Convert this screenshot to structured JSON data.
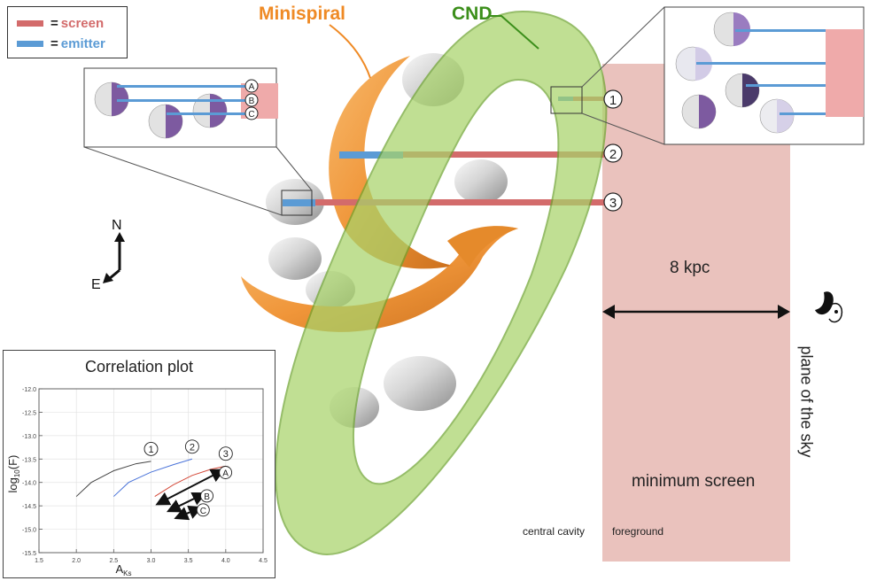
{
  "legend": {
    "items": [
      {
        "eq": "=",
        "label": "screen",
        "color": "#d36b6b"
      },
      {
        "eq": "=",
        "label": "emitter",
        "color": "#5b9bd5"
      }
    ]
  },
  "labels": {
    "minispiral": "Minispiral",
    "cnd": "CND",
    "north": "N",
    "east": "E",
    "distance": "8 kpc",
    "plane_of_sky": "plane of the sky",
    "minimum_screen": "minimum screen",
    "central_cavity": "central cavity",
    "foreground": "foreground"
  },
  "markers": {
    "lines": [
      "1",
      "2",
      "3"
    ],
    "emitters": [
      "A",
      "B",
      "C"
    ]
  },
  "colors": {
    "screen": "#d36b6b",
    "emitter": "#5b9bd5",
    "minispiral_text": "#ef8a25",
    "cnd_text": "#3c8f1b",
    "screen_panel": "#e6b7b1",
    "cnd_fill": "#a8d36a"
  },
  "chart_data": {
    "type": "line",
    "title": "Correlation plot",
    "xlabel": "A_Ks",
    "ylabel": "log10(F)",
    "xlim": [
      1.5,
      4.5
    ],
    "ylim": [
      -15.5,
      -12.0
    ],
    "xticks": [
      "1.5",
      "2.0",
      "2.5",
      "3.0",
      "3.5",
      "4.0",
      "4.5"
    ],
    "yticks": [
      "-12.0",
      "-12.5",
      "-13.0",
      "-13.5",
      "-14.0",
      "-14.5",
      "-15.0",
      "-15.5"
    ],
    "grid": true,
    "series": [
      {
        "name": "1",
        "color": "#444444",
        "x": [
          2.0,
          2.2,
          2.5,
          2.8,
          3.0
        ],
        "y": [
          -14.3,
          -14.0,
          -13.75,
          -13.6,
          -13.55
        ]
      },
      {
        "name": "2",
        "color": "#4a73d9",
        "x": [
          2.5,
          2.7,
          3.0,
          3.3,
          3.55
        ],
        "y": [
          -14.3,
          -14.0,
          -13.78,
          -13.62,
          -13.5
        ]
      },
      {
        "name": "3",
        "color": "#d44a3a",
        "x": [
          3.05,
          3.3,
          3.55,
          3.8,
          4.0
        ],
        "y": [
          -14.3,
          -14.05,
          -13.85,
          -13.72,
          -13.65
        ]
      }
    ],
    "arrows": [
      {
        "label": "A",
        "x": [
          3.1,
          3.95
        ],
        "y": [
          -14.45,
          -13.75
        ]
      },
      {
        "label": "B",
        "x": [
          3.25,
          3.7
        ],
        "y": [
          -14.6,
          -14.25
        ]
      },
      {
        "label": "C",
        "x": [
          3.35,
          3.65
        ],
        "y": [
          -14.75,
          -14.55
        ]
      }
    ]
  }
}
